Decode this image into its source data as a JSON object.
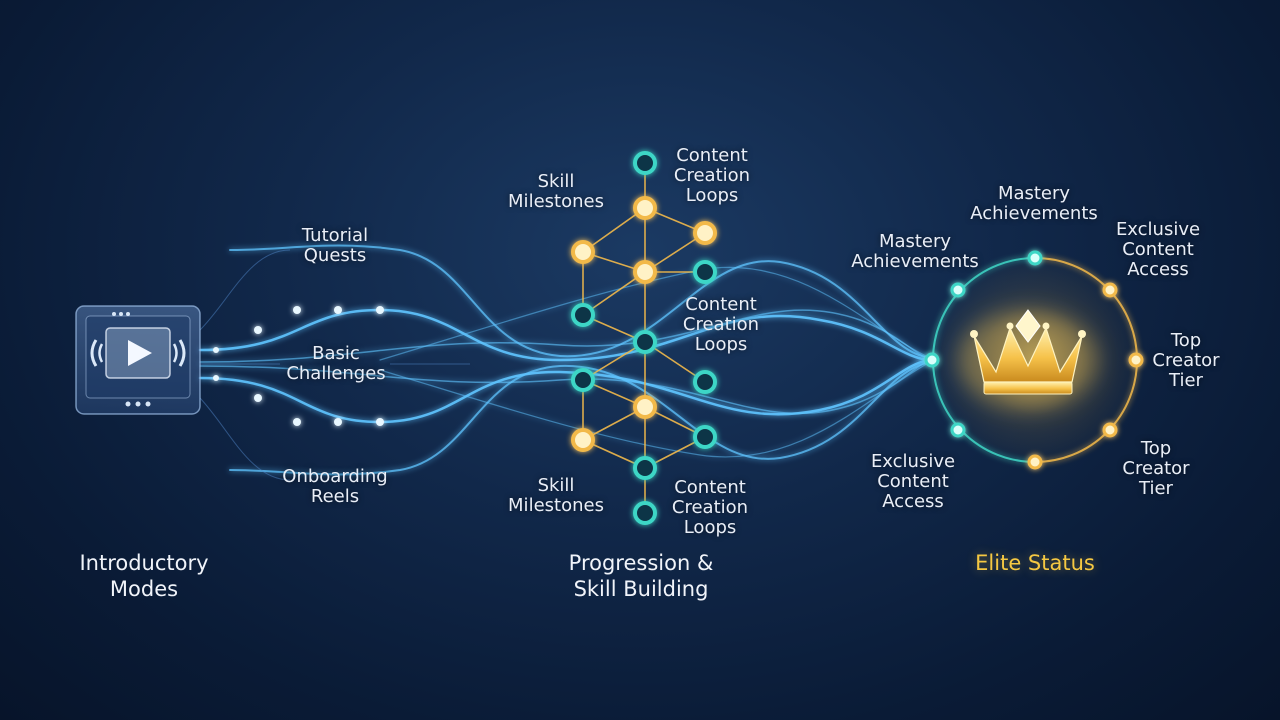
{
  "sections": {
    "intro": "Introductory\nModes",
    "progression": "Progression &\nSkill Building",
    "elite": "Elite Status"
  },
  "intro_paths": {
    "tutorial": "Tutorial\nQuests",
    "basic": "Basic\nChallenges",
    "onboarding": "Onboarding\nReels"
  },
  "progression_labels": {
    "skill_top": "Skill\nMilestones",
    "content_top": "Content\nCreation\nLoops",
    "content_mid": "Content\nCreation\nLoops",
    "skill_bottom": "Skill\nMilestones",
    "content_bottom": "Content\nCreation\nLoops"
  },
  "elite_labels": {
    "mastery_top": "Mastery\nAchievements",
    "mastery_left": "Mastery\nAchievements",
    "exclusive_top": "Exclusive\nContent\nAccess",
    "top_creator_right": "Top\nCreator\nTier",
    "exclusive_bottom": "Exclusive\nContent\nAccess",
    "top_creator_bottom": "Top\nCreator\nTier"
  },
  "icons": {
    "start": "video-player-icon",
    "goal": "crown-icon"
  },
  "colors": {
    "flow": "#5fc4ff",
    "teal_node": "#3dd6c6",
    "gold_node": "#f2b94a",
    "elite_text": "#f5c842"
  }
}
